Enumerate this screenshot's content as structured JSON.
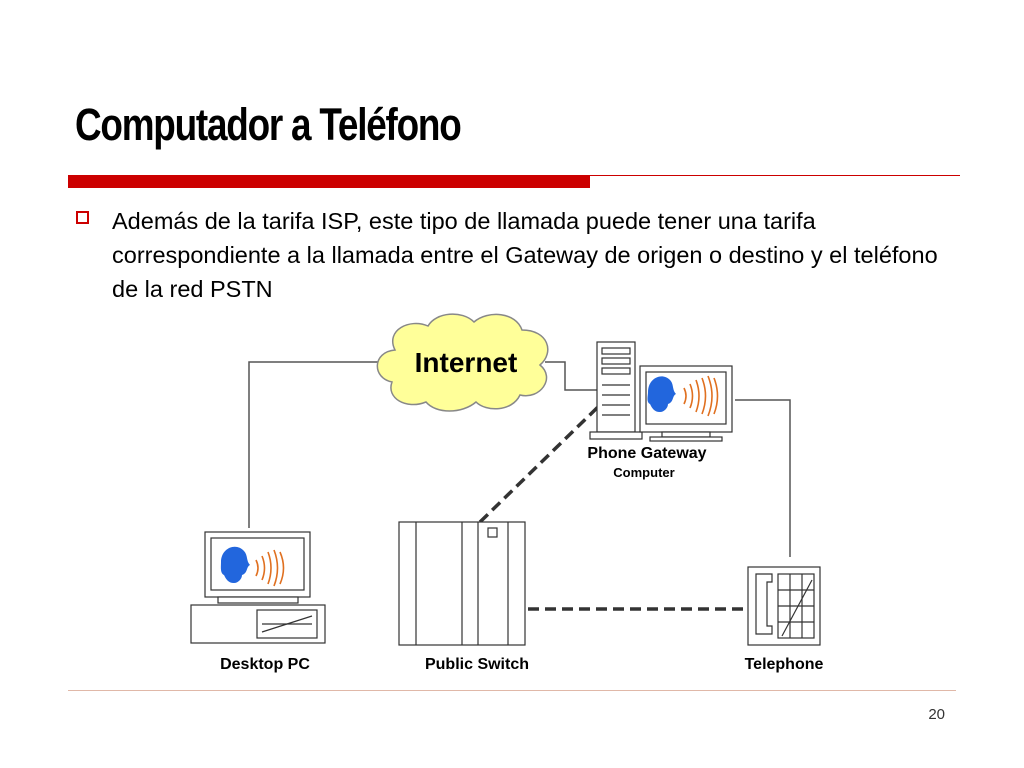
{
  "slide": {
    "title": "Computador a Teléfono",
    "bullet": "Además de la tarifa ISP, este tipo de llamada puede tener una tarifa correspondiente a la llamada entre el Gateway de origen o destino y el teléfono de la red PSTN",
    "page_number": "20"
  },
  "diagram": {
    "cloud_label": "Internet",
    "gateway_label": "Phone Gateway",
    "gateway_sublabel": "Computer",
    "desktop_label": "Desktop PC",
    "switch_label": "Public Switch",
    "telephone_label": "Telephone"
  },
  "colors": {
    "accent": "#cc0000",
    "cloud_fill": "#ffff99",
    "footer_line": "#e0b8a8",
    "face_blue": "#2266dd",
    "sound_wave": "#e07020"
  }
}
